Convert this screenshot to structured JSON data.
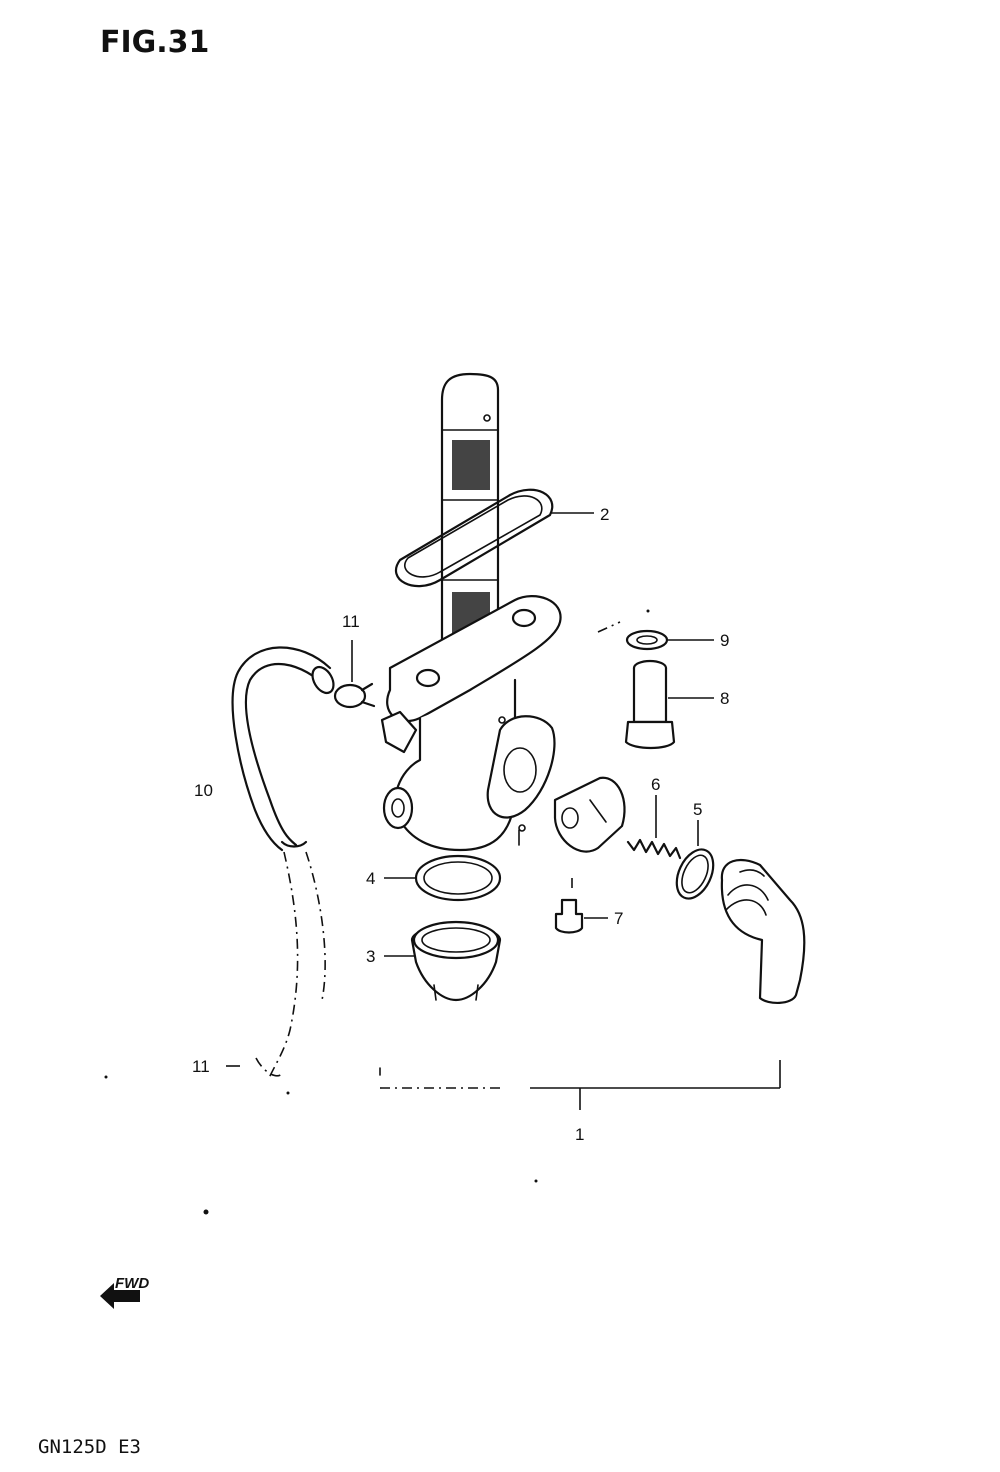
{
  "figure_title": "FIG.31",
  "model_code": "GN125D E3",
  "forward_mark": "FWD",
  "callouts": {
    "c1": "1",
    "c2": "2",
    "c3": "3",
    "c4": "4",
    "c5": "5",
    "c6": "6",
    "c7": "7",
    "c8": "8",
    "c9": "9",
    "c10": "10",
    "c11_top": "11",
    "c11_bottom": "11"
  }
}
